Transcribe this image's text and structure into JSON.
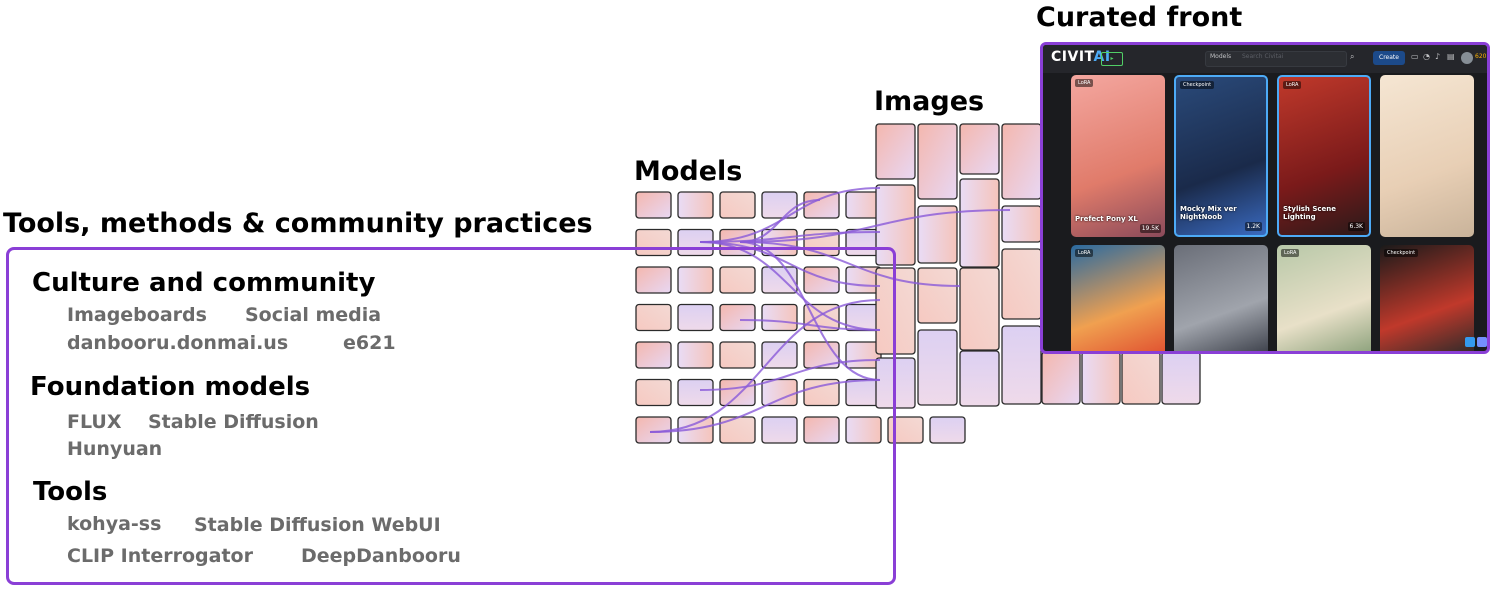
{
  "headers": {
    "curated_front": "Curated front",
    "images": "Images",
    "models": "Models",
    "tools_methods": "Tools, methods & community practices"
  },
  "sections": [
    {
      "title": "Culture and community",
      "items": [
        "Imageboards",
        "Social media",
        "danbooru.donmai.us",
        "e621"
      ]
    },
    {
      "title": "Foundation models",
      "items": [
        "FLUX",
        "Stable Diffusion",
        "Hunyuan"
      ]
    },
    {
      "title": "Tools",
      "items": [
        "kohya-ss",
        "Stable Diffusion WebUI",
        "CLIP Interrogator",
        "DeepDanbooru"
      ]
    }
  ],
  "screenshot": {
    "logo_main": "CIVIT",
    "logo_accent": "AI",
    "search_select": "Models",
    "search_placeholder": "Search Civitai",
    "create_label": "Create",
    "buzz_count": "620",
    "cards": [
      {
        "badge": "LoRA",
        "title": "Prefect Pony XL",
        "count": "19.5K"
      },
      {
        "badge": "Checkpoint",
        "title": "Mocky Mix ver NightNoob",
        "count": "1.2K"
      },
      {
        "badge": "LoRA",
        "title": "Stylish Scene Lighting",
        "count": "6.3K"
      },
      {
        "badge": "",
        "title": "",
        "count": ""
      },
      {
        "badge": "LoRA",
        "title": "",
        "count": ""
      },
      {
        "badge": "",
        "title": "",
        "count": ""
      },
      {
        "badge": "LoRA",
        "title": "",
        "count": ""
      },
      {
        "badge": "Checkpoint",
        "title": "",
        "count": ""
      }
    ]
  },
  "colors": {
    "accent_purple": "#8a3fd6",
    "tile_pink": "#f2b8b0",
    "tile_lavender": "#d9cdf0",
    "dark_bg": "#1a1b1e"
  }
}
